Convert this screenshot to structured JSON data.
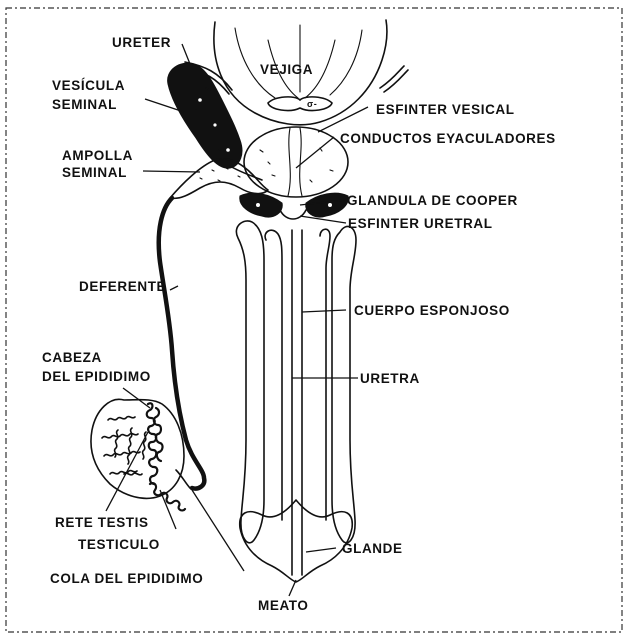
{
  "title": "",
  "labels": {
    "ureter": "URETER",
    "vejiga": "VEJIGA",
    "vesicula_line1": "VESÍCULA",
    "vesicula_line2": "SEMINAL",
    "esfinter_vesical": "ESFINTER VESICAL",
    "conductos": "CONDUCTOS EYACULADORES",
    "ampolla_line1": "AMPOLLA",
    "ampolla_line2": "SEMINAL",
    "glandula_cooper": "GLANDULA DE COOPER",
    "esfinter_uretral": "ESFINTER URETRAL",
    "deferente": "DEFERENTE",
    "cuerpo_esponjoso": "CUERPO ESPONJOSO",
    "cabeza_line1": "CABEZA",
    "cabeza_line2": "DEL EPIDIDIMO",
    "uretra": "URETRA",
    "rete_testis": "RETE TESTIS",
    "testiculo": "TESTICULO",
    "glande": "GLANDE",
    "cola_epididimo": "COLA DEL EPIDIDIMO",
    "meato": "MEATO"
  },
  "colors": {
    "ink": "#111111",
    "paper": "#ffffff"
  }
}
